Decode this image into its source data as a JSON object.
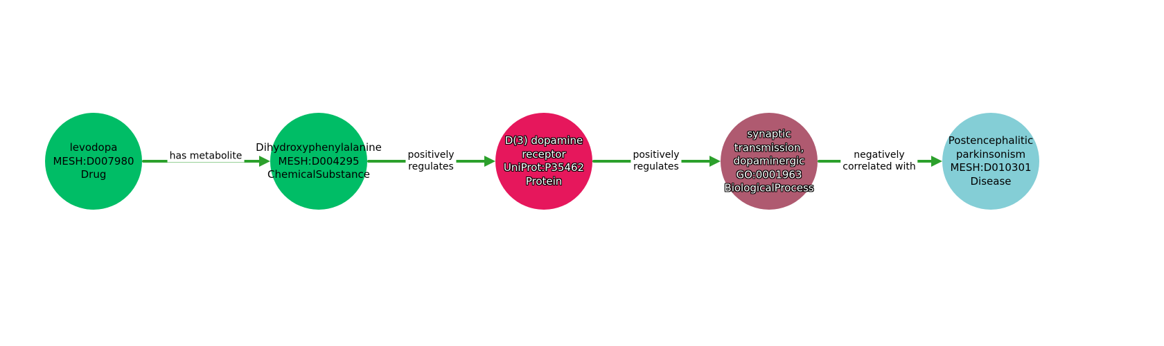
{
  "diagram": {
    "background_color": "#ffffff",
    "arrow_color": "#2ca02c"
  },
  "nodes": [
    {
      "id": "levodopa",
      "lines": [
        "levodopa",
        "MESH:D007980",
        "Drug"
      ],
      "category": "Drug",
      "color": "#00bd66"
    },
    {
      "id": "dihydroxyphenylalanine",
      "lines": [
        "Dihydroxyphenylalanine",
        "MESH:D004295",
        "ChemicalSubstance"
      ],
      "category": "ChemicalSubstance",
      "color": "#00bd66"
    },
    {
      "id": "d3-dopamine-receptor",
      "lines": [
        "D(3) dopamine",
        "receptor",
        "UniProt:P35462",
        "Protein"
      ],
      "category": "Protein",
      "color": "#e6175c"
    },
    {
      "id": "synaptic-transmission-dopaminergic",
      "lines": [
        "synaptic",
        "transmission,",
        "dopaminergic",
        "GO:0001963",
        "BiologicalProcess"
      ],
      "category": "BiologicalProcess",
      "color": "#af5a70"
    },
    {
      "id": "postencephalitic-parkinsonism",
      "lines": [
        "Postencephalitic",
        "parkinsonism",
        "MESH:D010301",
        "Disease"
      ],
      "category": "Disease",
      "color": "#84ced6"
    }
  ],
  "edges": [
    {
      "from": "levodopa",
      "to": "dihydroxyphenylalanine",
      "label_lines": [
        "has metabolite"
      ]
    },
    {
      "from": "dihydroxyphenylalanine",
      "to": "d3-dopamine-receptor",
      "label_lines": [
        "positively",
        "regulates"
      ]
    },
    {
      "from": "d3-dopamine-receptor",
      "to": "synaptic-transmission-dopaminergic",
      "label_lines": [
        "positively",
        "regulates"
      ]
    },
    {
      "from": "synaptic-transmission-dopaminergic",
      "to": "postencephalitic-parkinsonism",
      "label_lines": [
        "negatively",
        "correlated with"
      ]
    }
  ]
}
